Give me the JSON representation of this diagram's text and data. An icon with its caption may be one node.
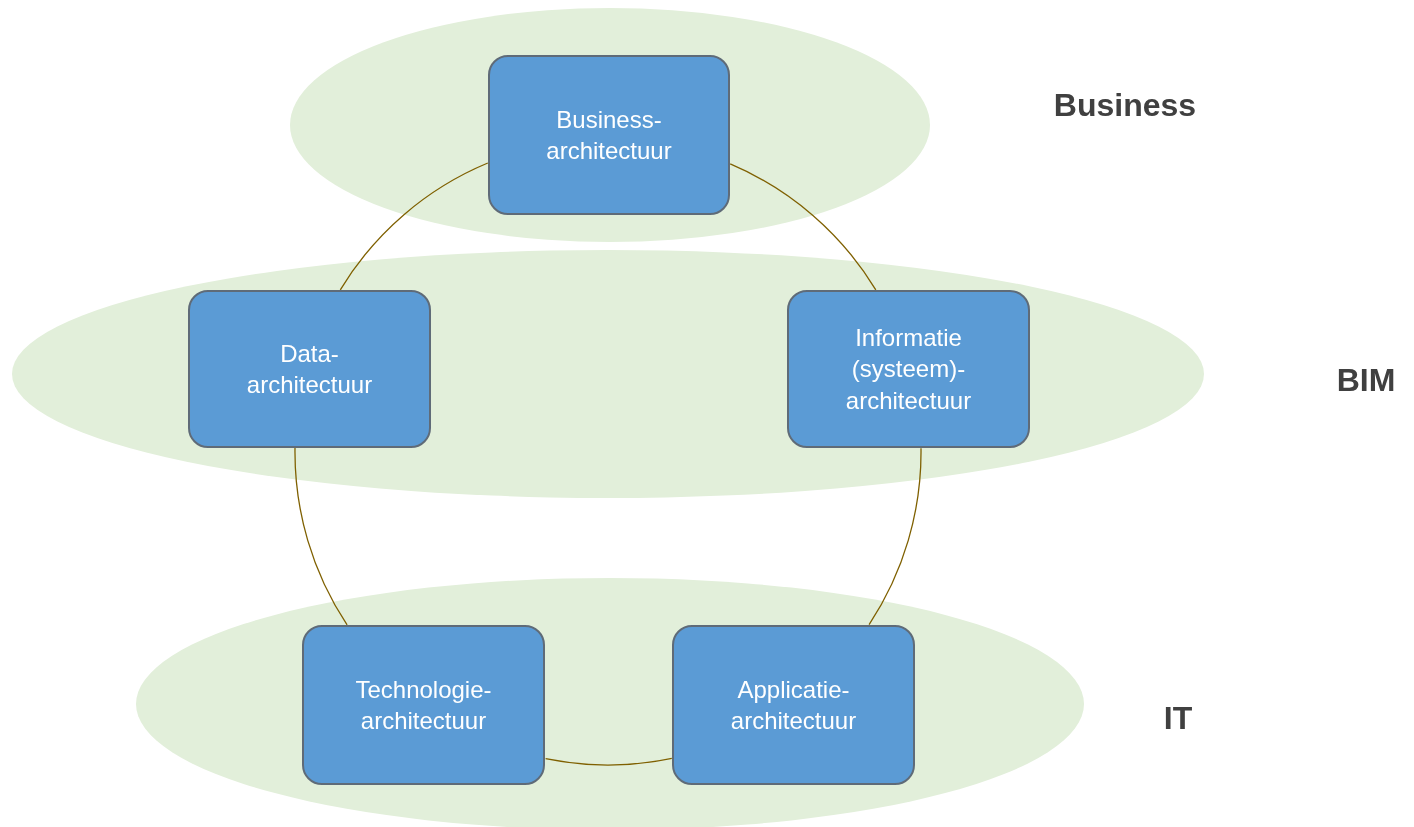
{
  "diagram": {
    "nodes": [
      {
        "text": [],
        "shape": "ellipse"
      },
      {
        "text": [
          "Business- architectuur"
        ],
        "in": 0
      },
      {
        "text": [],
        "shape": "ellipse"
      },
      {
        "text": [
          "Data- architectuur"
        ],
        "in": 2
      },
      {
        "text": [
          "Informatie (systeem)- architectuur"
        ],
        "in": 2
      },
      {
        "text": [],
        "shape": "ellipse"
      },
      {
        "text": [
          "Technologie- architectuur"
        ],
        "in": 5
      },
      {
        "text": [
          "Applicatie- architectuur"
        ],
        "in": 5
      }
    ],
    "edges": [
      {
        "from": 1,
        "to": 4,
        "arrow": "none"
      },
      {
        "from": 4,
        "to": 7,
        "arrow": "none"
      },
      {
        "from": 7,
        "to": 6,
        "arrow": "none"
      },
      {
        "from": 6,
        "to": 3,
        "arrow": "none"
      },
      {
        "from": 3,
        "to": 1,
        "arrow": "none"
      }
    ],
    "labels": [
      "Business",
      "BIM",
      "IT"
    ]
  }
}
